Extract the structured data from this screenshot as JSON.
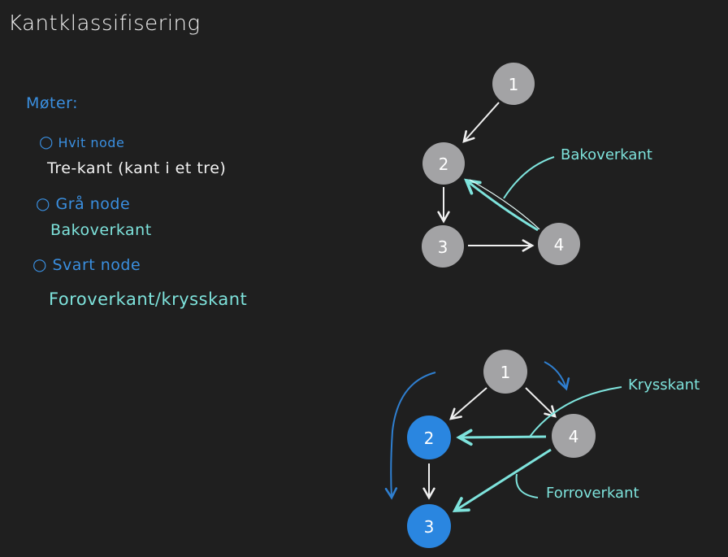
{
  "title": "Kantklassifisering",
  "legend": {
    "heading": "Møter:",
    "items": [
      {
        "bullet": "○",
        "node": "Hvit node",
        "edge_type": "Tre-kant (kant i et tre)"
      },
      {
        "bullet": "○",
        "node": "Grå node",
        "edge_type": "Bakoverkant"
      },
      {
        "bullet": "○",
        "node": "Svart node",
        "edge_type": "Foroverkant/krysskant"
      }
    ]
  },
  "colors": {
    "background": "#1f1f1f",
    "gray_node": "#a3a3a5",
    "blue_node": "#2a86e0",
    "white_edge": "#f0f0f0",
    "highlight_edge": "#7ee3dc",
    "traversal_arrow": "#2f7fd0",
    "legend_blue": "#3a8fe0"
  },
  "graph_top": {
    "nodes": [
      {
        "id": "1",
        "label": "1",
        "color": "gray"
      },
      {
        "id": "2",
        "label": "2",
        "color": "gray"
      },
      {
        "id": "3",
        "label": "3",
        "color": "gray"
      },
      {
        "id": "4",
        "label": "4",
        "color": "gray"
      }
    ],
    "edges": [
      {
        "from": "1",
        "to": "2",
        "style": "white"
      },
      {
        "from": "2",
        "to": "3",
        "style": "white"
      },
      {
        "from": "3",
        "to": "4",
        "style": "white"
      },
      {
        "from": "4",
        "to": "2",
        "style": "highlight"
      }
    ],
    "annotation": "Bakoverkant"
  },
  "graph_bottom": {
    "nodes": [
      {
        "id": "1",
        "label": "1",
        "color": "gray"
      },
      {
        "id": "2",
        "label": "2",
        "color": "blue"
      },
      {
        "id": "3",
        "label": "3",
        "color": "blue"
      },
      {
        "id": "4",
        "label": "4",
        "color": "gray"
      }
    ],
    "edges": [
      {
        "from": "1",
        "to": "2",
        "style": "white"
      },
      {
        "from": "1",
        "to": "4",
        "style": "white"
      },
      {
        "from": "2",
        "to": "3",
        "style": "white"
      },
      {
        "from": "4",
        "to": "2",
        "style": "highlight"
      },
      {
        "from": "4",
        "to": "3",
        "style": "highlight"
      }
    ],
    "annotations": {
      "cross": "Krysskant",
      "forward": "Forroverkant"
    }
  }
}
